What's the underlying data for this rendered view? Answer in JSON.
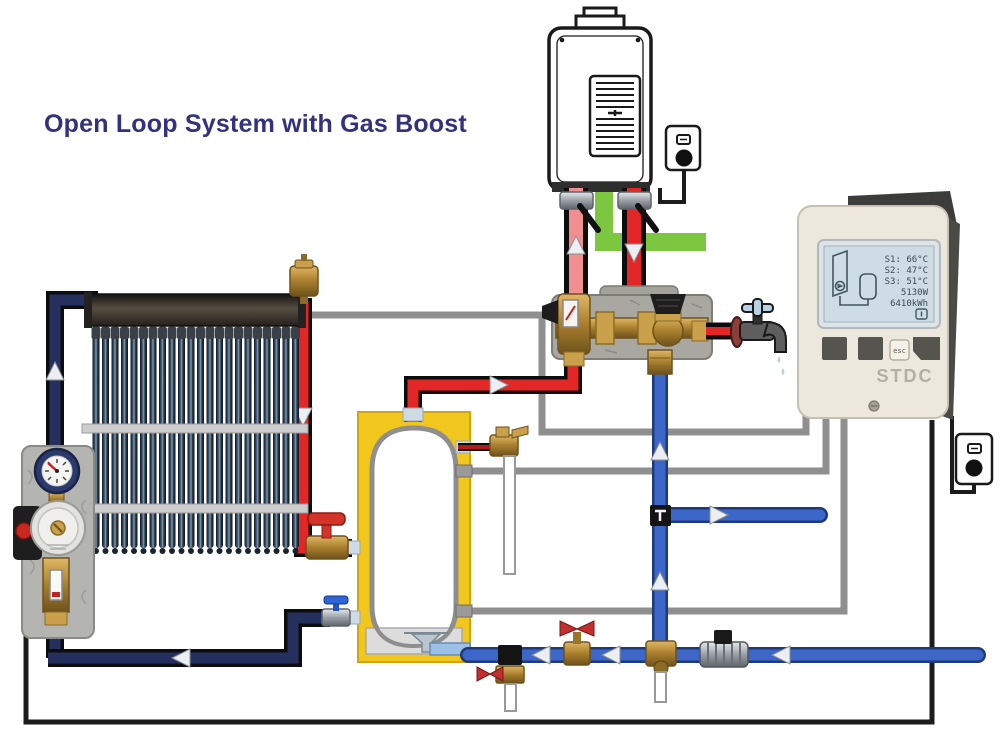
{
  "title": "Open Loop System with Gas Boost",
  "controller": {
    "brand": "STDC",
    "esc_button": "esc",
    "display": {
      "line1": "S1: 66°C",
      "line2": "S2: 47°C",
      "line3": "S3: 51°C",
      "line4": "5130W",
      "line5": "6410kWh"
    }
  },
  "colors": {
    "hot": "#e32726",
    "cold": "#3d66c9",
    "solar_return": "#26305e",
    "gas": "#7dc63f",
    "sensor": "#8f8f8f",
    "cable": "#1c1c1c",
    "tank_insulation": "#f2c71d",
    "title": "#32327e",
    "controller_body": "#ece8dd",
    "screen": "#cddce5"
  }
}
